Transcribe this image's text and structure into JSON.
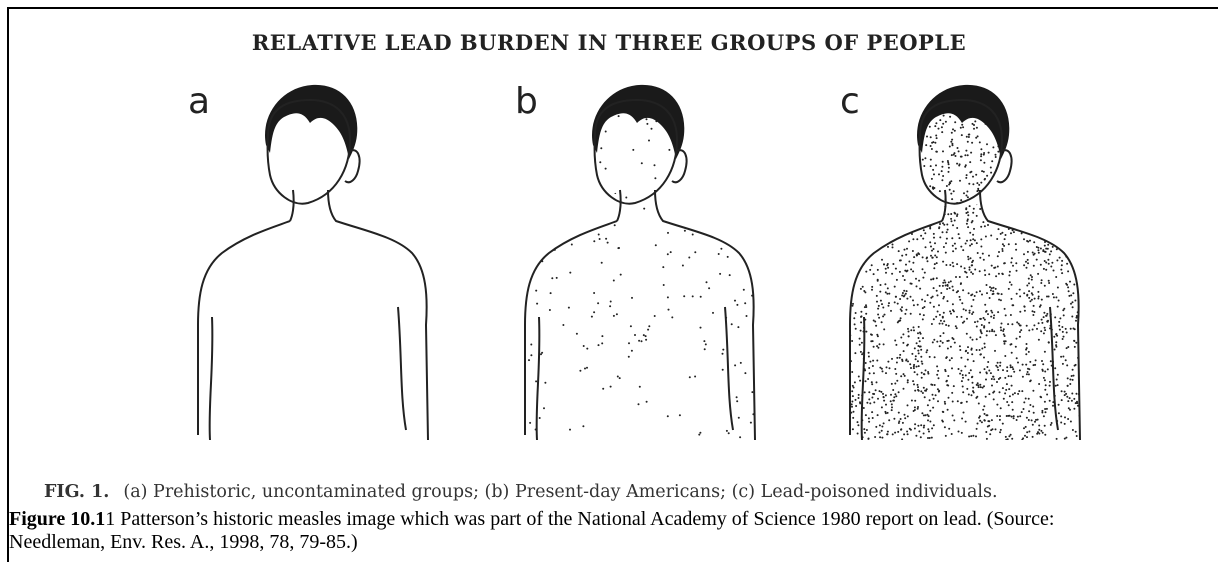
{
  "figure": {
    "title": "RELATIVE LEAD BURDEN IN THREE GROUPS OF PEOPLE",
    "panels": [
      {
        "letter": "a",
        "dots": 0
      },
      {
        "letter": "b",
        "dots": 240
      },
      {
        "letter": "c",
        "dots": 2200
      }
    ],
    "caption_label": "FIG. 1.",
    "caption_text": "(a) Prehistoric, uncontaminated groups; (b) Present-day Americans; (c) Lead-poisoned individuals.",
    "colors": {
      "ink": "#222222",
      "hair": "#1a1a1a"
    }
  },
  "note": {
    "label": "Figure 10.1",
    "text": "1  Patterson’s historic measles image which was part of the National Academy of Science 1980 report on lead.  (Source: Needleman, Env. Res. A., 1998, 78, 79-85.)"
  }
}
